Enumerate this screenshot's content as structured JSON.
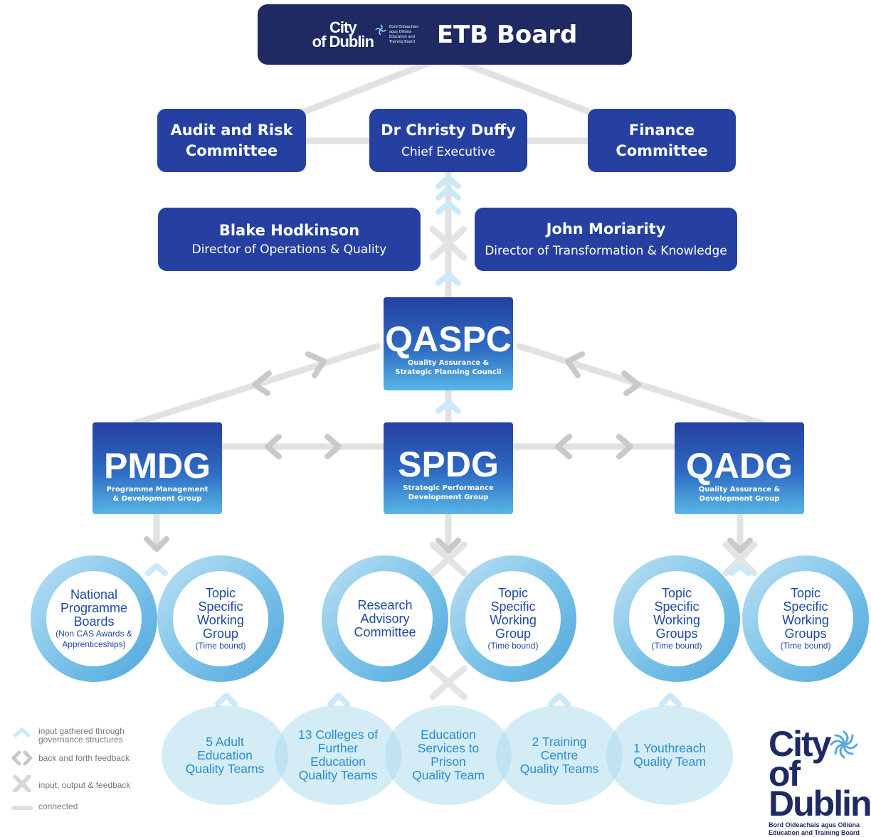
{
  "board": {
    "logo_text": [
      "City",
      "of Dublin"
    ],
    "logo_sub": [
      "Bord Oideachais",
      "agus Oiliúna",
      "Education and",
      "Training Board"
    ],
    "title": "ETB Board"
  },
  "committees": [
    {
      "line1": "Audit and Risk",
      "line2": "Committee"
    },
    {
      "name": "Dr Christy Duffy",
      "role": "Chief Executive"
    },
    {
      "line1": "Finance",
      "line2": "Committee"
    }
  ],
  "directors": [
    {
      "name": "Blake Hodkinson",
      "role": "Director of Operations & Quality"
    },
    {
      "name": "John Moriarity",
      "role": "Director of Transformation & Knowledge"
    }
  ],
  "councils": {
    "qaspc": {
      "acronym": "QASPC",
      "desc": [
        "Quality Assurance &",
        "Strategic Planning Council"
      ]
    },
    "pmdg": {
      "acronym": "PMDG",
      "desc": [
        "Programme Management",
        "& Development Group"
      ]
    },
    "spdg": {
      "acronym": "SPDG",
      "desc": [
        "Strategic Performance",
        "Development Group"
      ]
    },
    "qadg": {
      "acronym": "QADG",
      "desc": [
        "Quality Assurance &",
        "Development Group"
      ]
    }
  },
  "groups": [
    {
      "label": [
        "National",
        "Programme",
        "Boards"
      ],
      "note": [
        "(Non CAS Awards &",
        "Apprenticeships)"
      ]
    },
    {
      "label": [
        "Topic",
        "Specific",
        "Working",
        "Group"
      ],
      "note": [
        "(Time bound)"
      ]
    },
    {
      "label": [
        "Research",
        "Advisory",
        "Committee"
      ],
      "note": []
    },
    {
      "label": [
        "Topic",
        "Specific",
        "Working",
        "Group"
      ],
      "note": [
        "(Time bound)"
      ]
    },
    {
      "label": [
        "Topic",
        "Specific",
        "Working",
        "Groups"
      ],
      "note": [
        "(Time bound)"
      ]
    },
    {
      "label": [
        "Topic",
        "Specific",
        "Working",
        "Groups"
      ],
      "note": [
        "(Time bound)"
      ]
    }
  ],
  "teams": [
    [
      "5 Adult",
      "Education",
      "Quality Teams"
    ],
    [
      "13 Colleges of",
      "Further",
      "Education",
      "Quality Teams"
    ],
    [
      "Education",
      "Services to",
      "Prison",
      "Quality Team"
    ],
    [
      "2 Training",
      "Centre",
      "Quality Teams"
    ],
    [
      "1 Youthreach",
      "Quality Team"
    ]
  ],
  "legend": [
    {
      "symbol": "chevron-up",
      "text": [
        "input gathered through",
        "governance structures"
      ]
    },
    {
      "symbol": "double-arrow",
      "text": [
        "back and forth feedback"
      ]
    },
    {
      "symbol": "cross-arrows",
      "text": [
        "input, output & feedback"
      ]
    },
    {
      "symbol": "bar",
      "text": [
        "connected"
      ]
    }
  ],
  "footer_logo": {
    "text": [
      "City",
      "of Dublin"
    ],
    "sub": [
      "Bord Oideachais agus Oiliúna",
      "Education and Training Board"
    ]
  },
  "colors": {
    "navy": "#1f2a63",
    "blue": "#2540a0",
    "light_blue": "#59b6e6",
    "connector": "#e0e0e0",
    "arrow": "#c8c8c8",
    "chevron": "#cbe9f7"
  }
}
